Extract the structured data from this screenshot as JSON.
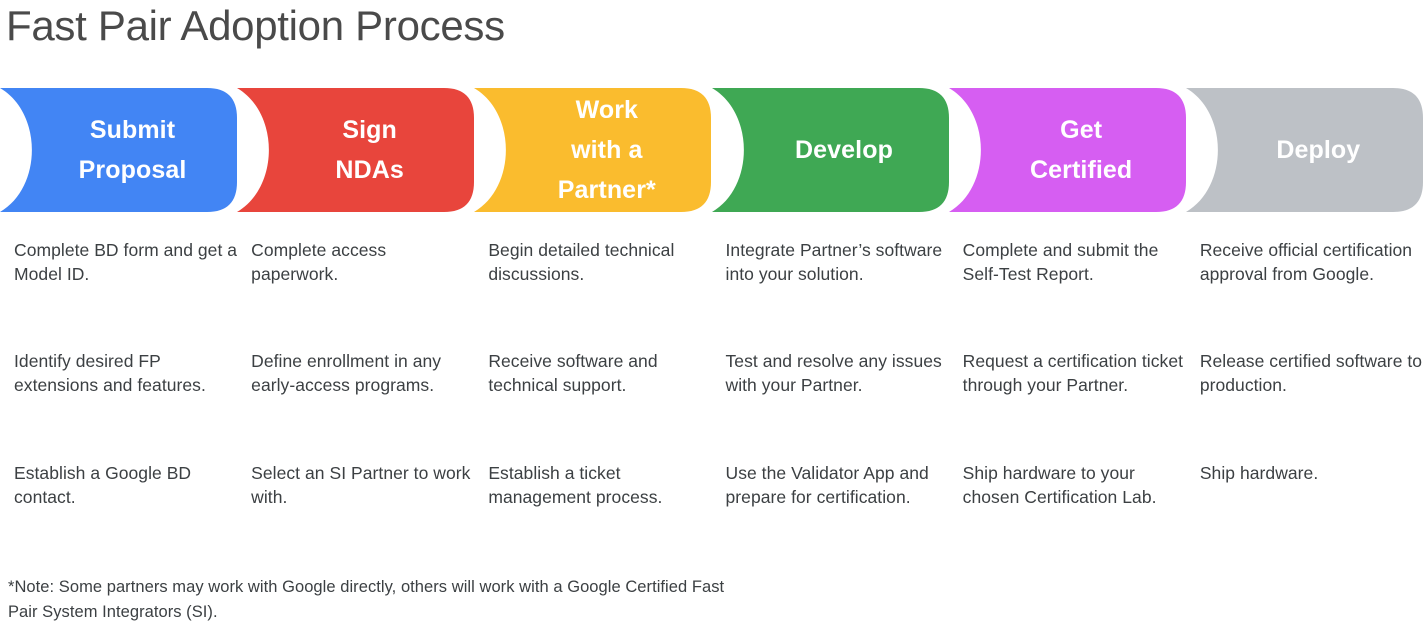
{
  "title": "Fast Pair Adoption Process",
  "banner": {
    "steps": [
      {
        "label": "Submit\nProposal",
        "color": "#4285F4",
        "name": "submit-proposal"
      },
      {
        "label": "Sign\nNDAs",
        "color": "#E8453C",
        "name": "sign-ndas"
      },
      {
        "label": "Work\nwith a\nPartner*",
        "color": "#FABC2E",
        "name": "work-with-partner"
      },
      {
        "label": "Develop",
        "color": "#3FA854",
        "name": "develop"
      },
      {
        "label": "Get\nCertified",
        "color": "#D65EF2",
        "name": "get-certified"
      },
      {
        "label": "Deploy",
        "color": "#BDC1C6",
        "name": "deploy"
      }
    ]
  },
  "columns": [
    {
      "step": "Submit Proposal",
      "bullets": [
        "Complete BD form and get a Model ID.",
        "Identify desired FP extensions and features.",
        "Establish a Google BD contact."
      ]
    },
    {
      "step": "Sign NDAs",
      "bullets": [
        "Complete access paperwork.",
        "Define enrollment in any early-access programs.",
        "Select an SI Partner to work with."
      ]
    },
    {
      "step": "Work with a Partner",
      "bullets": [
        "Begin detailed technical discussions.",
        "Receive software and technical support.",
        "Establish a ticket management process."
      ]
    },
    {
      "step": "Develop",
      "bullets": [
        "Integrate Partner’s software into your solution.",
        "Test and resolve any issues with your Partner.",
        "Use the Validator App and prepare for certification."
      ]
    },
    {
      "step": "Get Certified",
      "bullets": [
        "Complete and submit the Self-Test Report.",
        "Request a certification ticket through your Partner.",
        "Ship hardware to your chosen Certification Lab."
      ]
    },
    {
      "step": "Deploy",
      "bullets": [
        "Receive official certification approval from Google.",
        "Release certified software to production.",
        "Ship hardware."
      ]
    }
  ],
  "footnote": "*Note: Some partners may work with Google directly, others will work with a Google Certified Fast Pair System Integrators (SI).",
  "colors": {
    "title_text": "#4a4a4a",
    "body_text": "#3c4043",
    "background": "#ffffff",
    "label_text": "#ffffff"
  }
}
